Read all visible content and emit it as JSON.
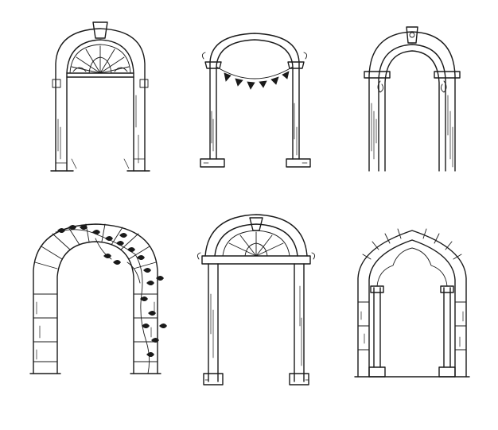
{
  "image": {
    "background": "#ffffff",
    "ink_color": "#1a1a1a"
  },
  "arches": [
    {
      "id": "fanlight-stone-arch"
    },
    {
      "id": "bunting-column-arch"
    },
    {
      "id": "keystone-pilaster-arch"
    },
    {
      "id": "vine-covered-stone-arch"
    },
    {
      "id": "sunburst-doorway-arch"
    },
    {
      "id": "gothic-brick-arch"
    }
  ]
}
